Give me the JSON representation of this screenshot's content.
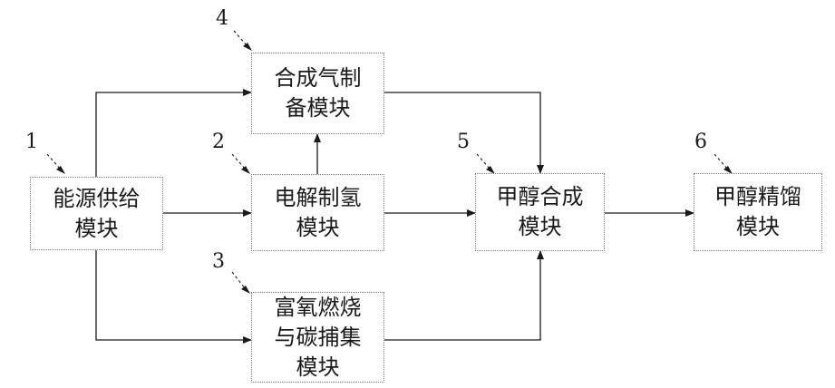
{
  "modules": [
    {
      "id": "energy",
      "number": "1",
      "lines": [
        "能源供给",
        "模块"
      ]
    },
    {
      "id": "electrolysis",
      "number": "2",
      "lines": [
        "电解制氢",
        "模块"
      ]
    },
    {
      "id": "oxyfuel",
      "number": "3",
      "lines": [
        "富氧燃烧",
        "与碳捕集",
        "模块"
      ]
    },
    {
      "id": "syngas",
      "number": "4",
      "lines": [
        "合成气制",
        "备模块"
      ]
    },
    {
      "id": "methanol-synthesis",
      "number": "5",
      "lines": [
        "甲醇合成",
        "模块"
      ]
    },
    {
      "id": "methanol-distillation",
      "number": "6",
      "lines": [
        "甲醇精馏",
        "模块"
      ]
    }
  ],
  "colors": {
    "line": "#1a1a1a",
    "border": "#777777"
  }
}
